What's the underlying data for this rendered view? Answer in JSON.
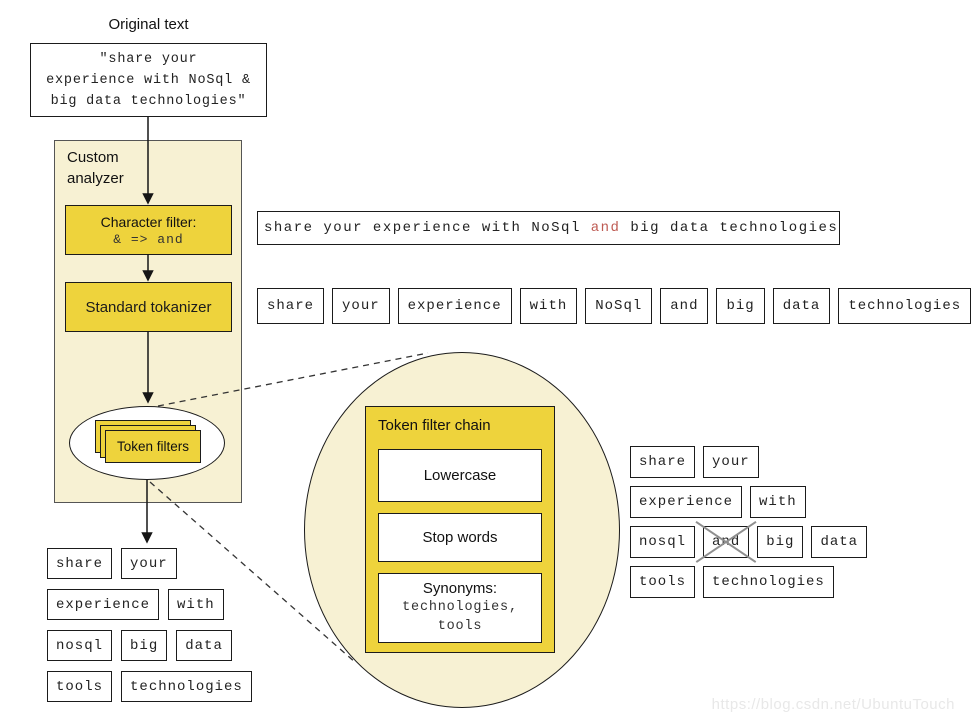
{
  "page": {
    "watermark": "https://blog.csdn.net/UbuntuTouch"
  },
  "original": {
    "title": "Original text",
    "text": "\"share your\nexperience with NoSql &\nbig data technologies\""
  },
  "analyzer": {
    "label": "Custom\nanalyzer",
    "char_filter_title": "Character filter:",
    "char_filter_rule": "& => and",
    "tokenizer_label": "Standard tokanizer",
    "token_filters_label": "Token filters"
  },
  "char_filtered_sentence": {
    "pre": "share your experience with NoSql ",
    "highlighted": "and",
    "post": " big data technologies"
  },
  "tokenized_row": [
    "share",
    "your",
    "experience",
    "with",
    "NoSql",
    "and",
    "big",
    "data",
    "technologies"
  ],
  "filter_chain": {
    "title": "Token filter chain",
    "lowercase": "Lowercase",
    "stop_words": "Stop words",
    "synonyms_title": "Synonyms:",
    "synonyms_values": "technologies,\ntools"
  },
  "filtered_tokens": {
    "rows": [
      [
        "share",
        "your"
      ],
      [
        "experience",
        "with"
      ],
      [
        "nosql",
        "and",
        "big",
        "data"
      ],
      [
        "tools",
        "technologies"
      ]
    ],
    "red_tokens": [
      "nosql",
      "tools"
    ],
    "removed_token": "and"
  },
  "final_tokens": {
    "rows": [
      [
        "share",
        "your"
      ],
      [
        "experience",
        "with"
      ],
      [
        "nosql",
        "big",
        "data"
      ],
      [
        "tools",
        "technologies"
      ]
    ]
  },
  "colors": {
    "accent_yellow": "#EED33C",
    "panel_cream": "#F7F1D3",
    "highlight_red": "#BE5A52",
    "cross_gray": "#8F8F8F"
  }
}
